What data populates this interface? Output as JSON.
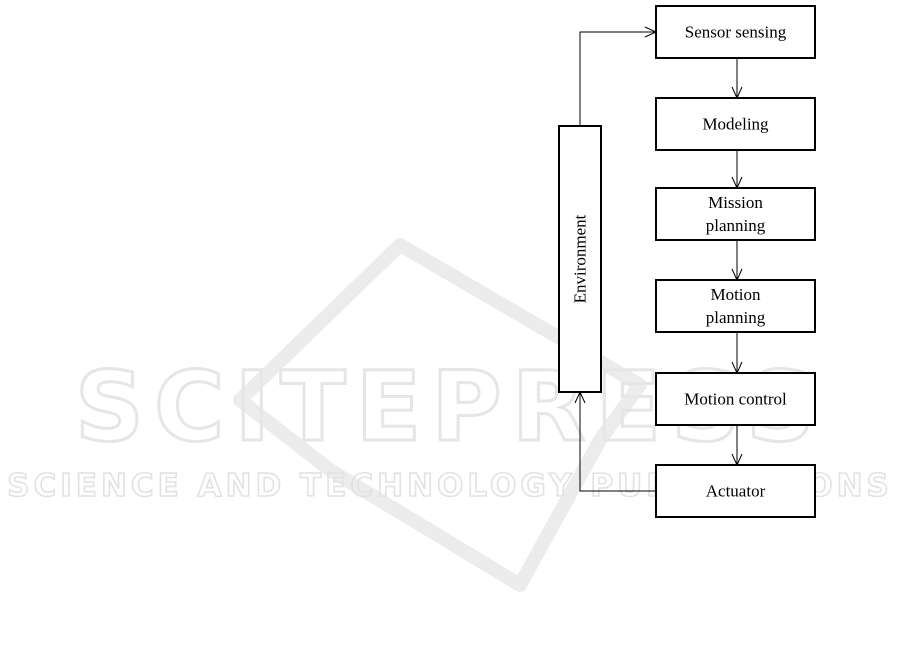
{
  "watermark": {
    "brand": "SCITEPRESS",
    "tagline": "SCIENCE AND TECHNOLOGY PUBLICATIONS",
    "color": "#e6e6e6"
  },
  "diagram": {
    "environment": {
      "label": "Environment"
    },
    "steps": [
      {
        "id": "sensor-sensing",
        "lines": [
          "Sensor sensing"
        ]
      },
      {
        "id": "modeling",
        "lines": [
          "Modeling"
        ]
      },
      {
        "id": "mission-planning",
        "lines": [
          "Mission",
          "planning"
        ]
      },
      {
        "id": "motion-planning",
        "lines": [
          "Motion",
          "planning"
        ]
      },
      {
        "id": "motion-control",
        "lines": [
          "Motion control"
        ]
      },
      {
        "id": "actuator",
        "lines": [
          "Actuator"
        ]
      }
    ],
    "stroke_color": "#000000"
  }
}
